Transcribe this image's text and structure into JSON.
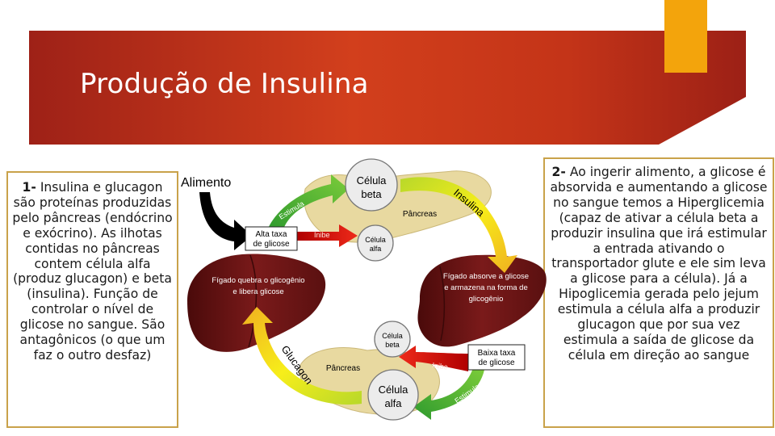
{
  "slide": {
    "title": "Produção de Insulina"
  },
  "left_box": {
    "number": "1-",
    "text": "Insulina e glucagon são proteínas produzidas pelo pâncreas (endócrino e exócrino). As ilhotas contidas no pâncreas contem célula alfa (produz glucagon) e beta (insulina). Função de controlar o nível de glicose no sangue. São antagônicos (o que um faz o outro desfaz)"
  },
  "right_box": {
    "number": "2-",
    "text": "Ao ingerir alimento, a glicose é absorvida e aumentando a glicose no sangue temos a Hiperglicemia (capaz de ativar a célula beta a produzir insulina que irá estimular a entrada ativando o transportador glute e ele sim leva a glicose para a célula). Já a Hipoglicemia gerada pelo jejum estimula a célula alfa a produzir glucagon que por sua vez estimula a saída de glicose da célula em direção ao sangue"
  },
  "diagram": {
    "alimento": "Alimento",
    "alta_taxa": [
      "Alta taxa",
      "de glicose"
    ],
    "baixa_taxa": [
      "Baixa taxa",
      "de glicose"
    ],
    "celula_beta_top": [
      "Célula",
      "beta"
    ],
    "celula_alfa_top": [
      "Célula",
      "alfa"
    ],
    "celula_beta_bottom": [
      "Célula",
      "beta"
    ],
    "celula_alfa_bottom": [
      "Célula",
      "alfa"
    ],
    "pancreas_top": "Pâncreas",
    "pancreas_bottom": "Pâncreas",
    "estimula_top": "Estimula",
    "estimula_bottom": "Estimula",
    "inibe_top": "Inibe",
    "inibe_bottom": "Inibe",
    "insulina": "Insulina",
    "glucagon": "Glucagon",
    "figado_left": [
      "Fígado quebra o glicogênio",
      "e libera glicose"
    ],
    "figado_right": [
      "Fígado absorve a glicose",
      "e armazena na forma de",
      "glicogênio"
    ]
  },
  "colors": {
    "banner": "#c43418",
    "accent": "#f3a40c",
    "box_border": "#c9a24a",
    "liver": "#5a1010",
    "pancreas": "#e8d9a0",
    "green_arrow": "#2e9a2e",
    "yellow_arrow": "#f2e600",
    "red_arrow": "#d01010"
  }
}
